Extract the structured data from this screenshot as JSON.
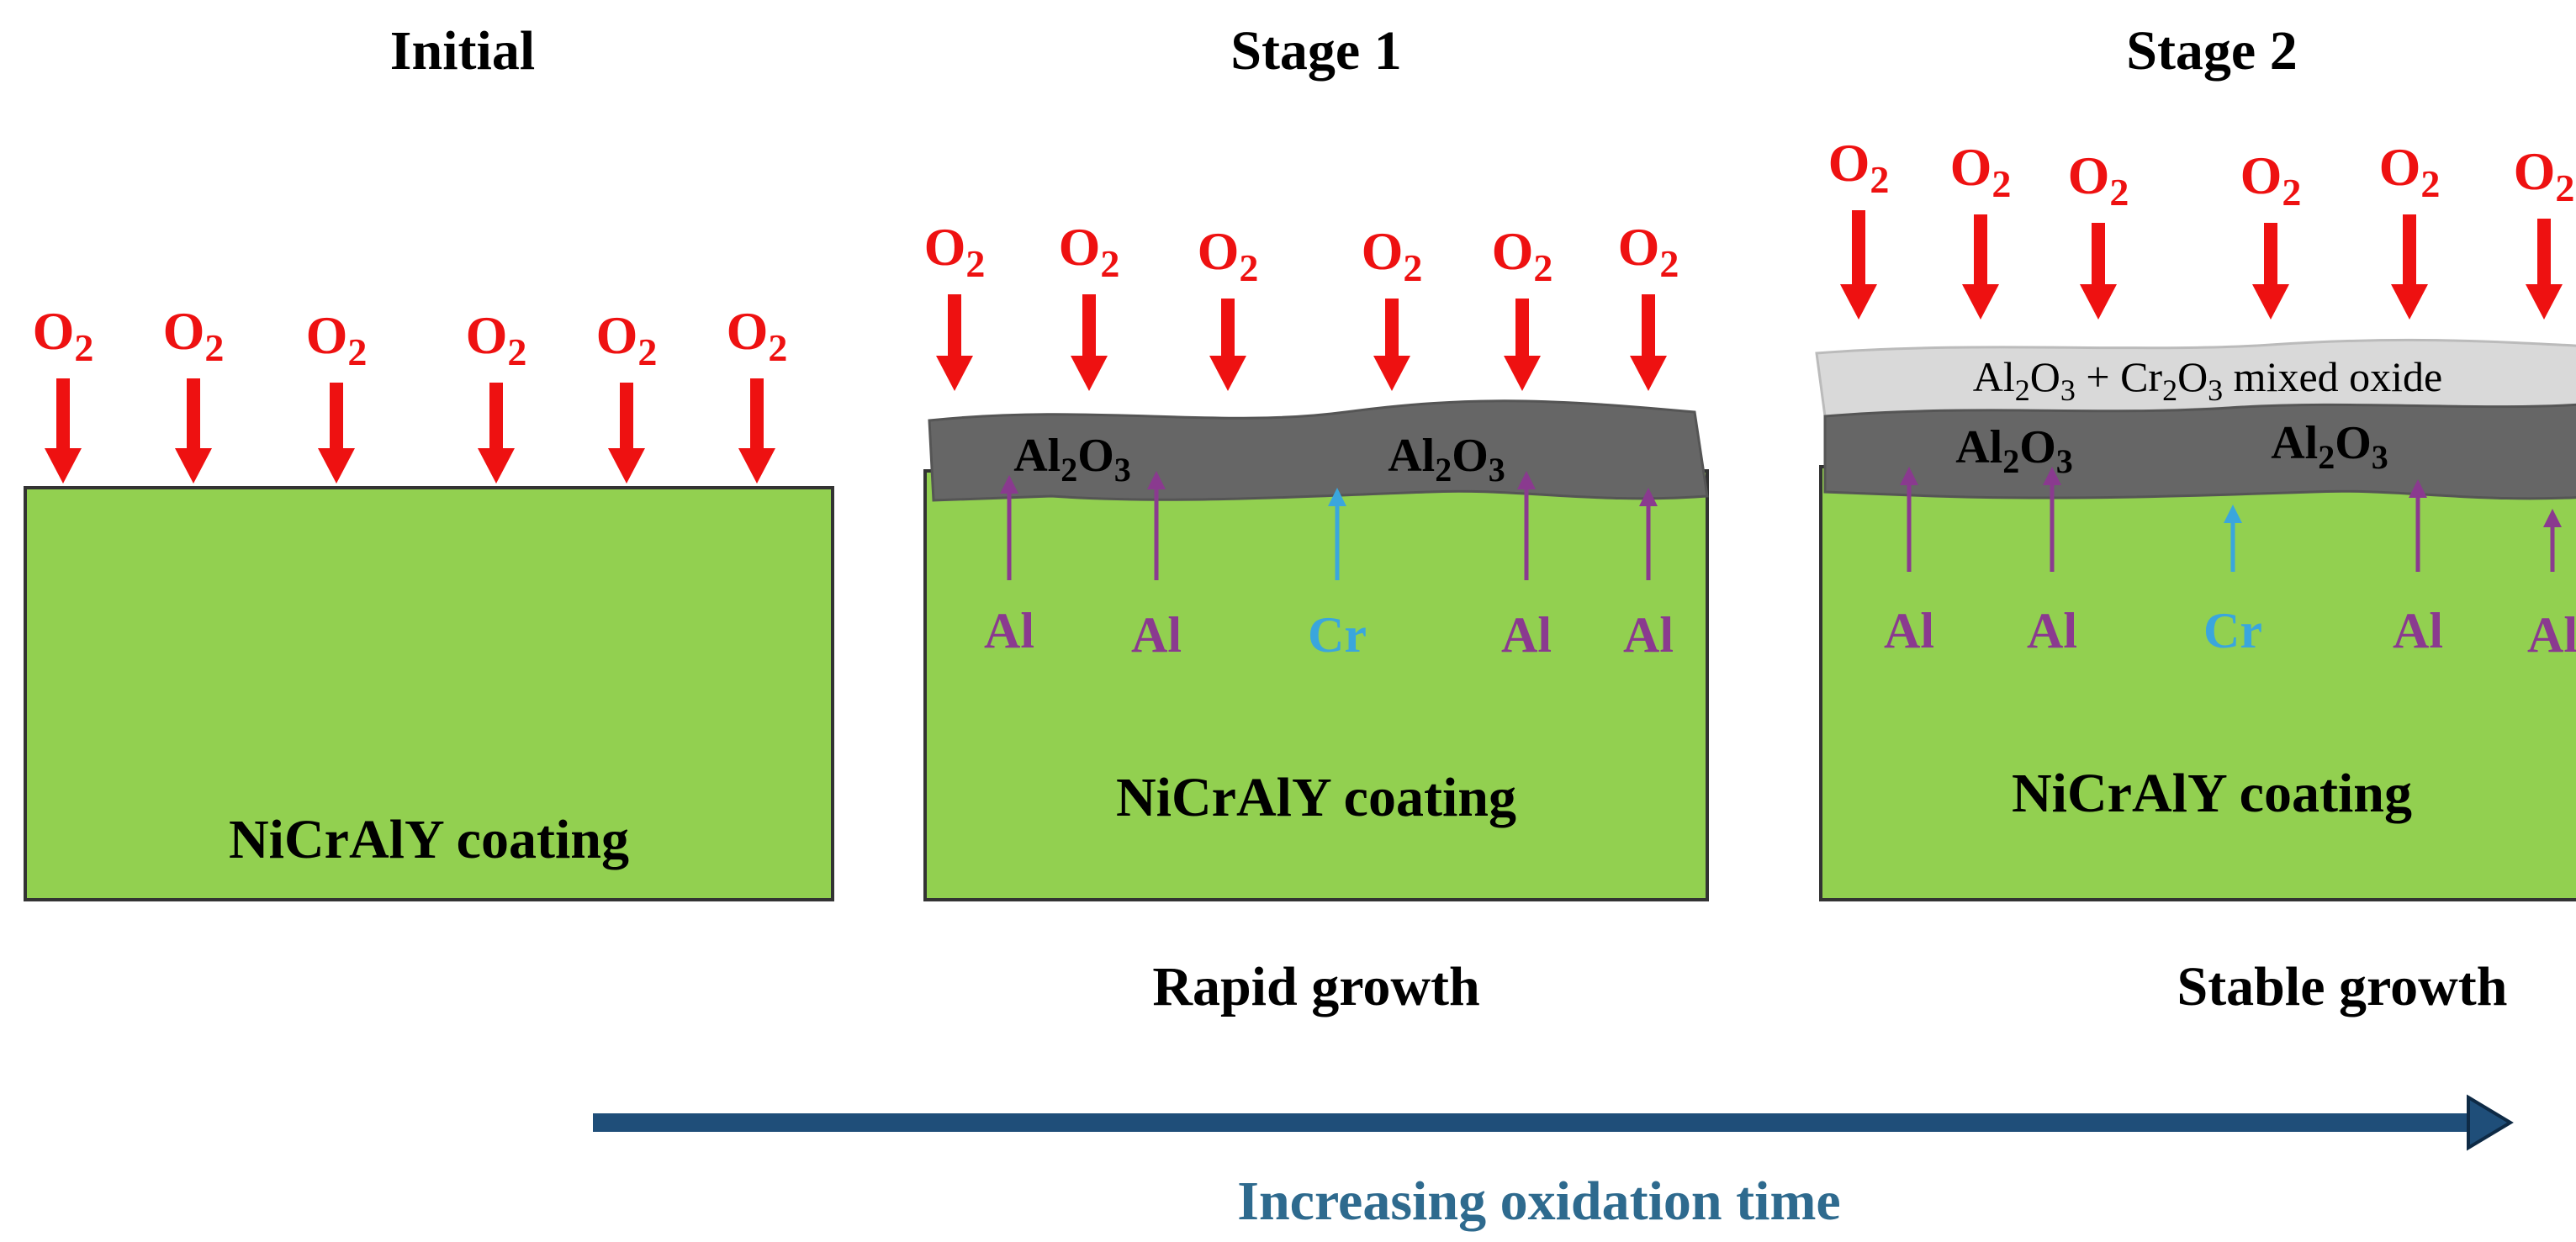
{
  "titles": {
    "initial": "Initial",
    "stage1": "Stage 1",
    "stage2": "Stage 2"
  },
  "o2": {
    "main": "O",
    "sub": "2"
  },
  "coating_label": "NiCrAlY coating",
  "oxide": {
    "al": "Al",
    "al_sub": "2",
    "o": "O",
    "o_sub": "3"
  },
  "mixed_oxide": {
    "al": "Al",
    "al_sub": "2",
    "o1": "O",
    "o1_sub": "3",
    "plus": " + ",
    "cr": "Cr",
    "cr_sub": "2",
    "o2": "O",
    "o2_sub": "3",
    "rest": " mixed oxide"
  },
  "elements": {
    "al": "Al",
    "cr": "Cr"
  },
  "captions": {
    "stage1": "Rapid growth",
    "stage2": "Stable growth"
  },
  "time_axis_label": "Increasing oxidation time",
  "colors": {
    "o2_red": "#ee1111",
    "coating_green": "#92d050",
    "al2o3_dark": "#666666",
    "mixed_light": "#d9d9d9",
    "al_purple": "#8a3a8f",
    "cr_blue": "#3aa6dd",
    "axis_navy": "#1f4e79",
    "axis_label": "#2e6a8e"
  }
}
